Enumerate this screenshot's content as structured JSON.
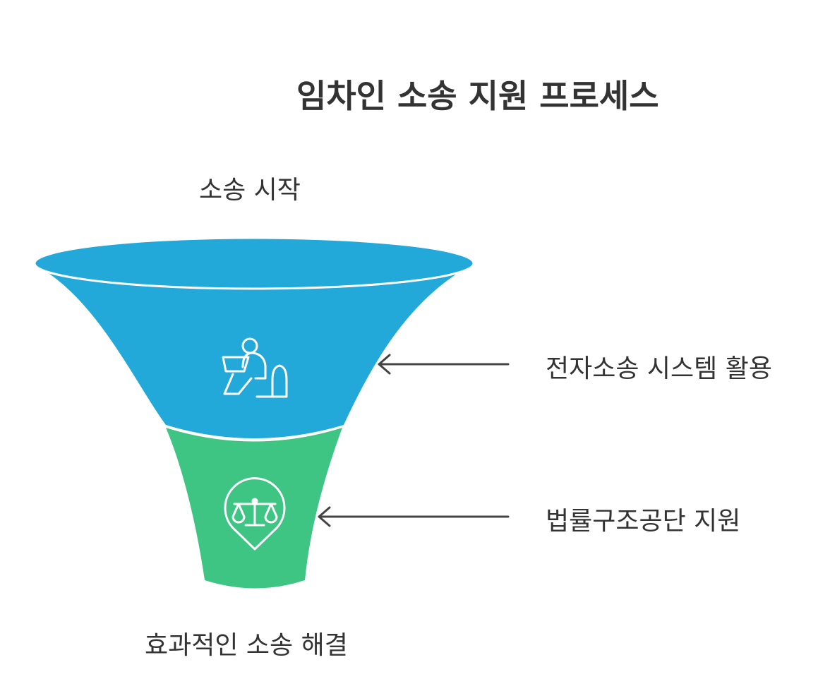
{
  "title": "임차인 소송 지원 프로세스",
  "funnel": {
    "top_label": "소송 시작",
    "bottom_label": "효과적인 소송 해결",
    "stages": [
      {
        "label": "전자소송 시스템 활용",
        "icon": "person-laptop-icon",
        "color": "#22a9da"
      },
      {
        "label": "법률구조공단 지원",
        "icon": "scales-location-icon",
        "color": "#3fc583"
      }
    ]
  },
  "colors": {
    "text": "#333333",
    "arrow": "#444444",
    "icon_stroke": "#ffffff"
  }
}
